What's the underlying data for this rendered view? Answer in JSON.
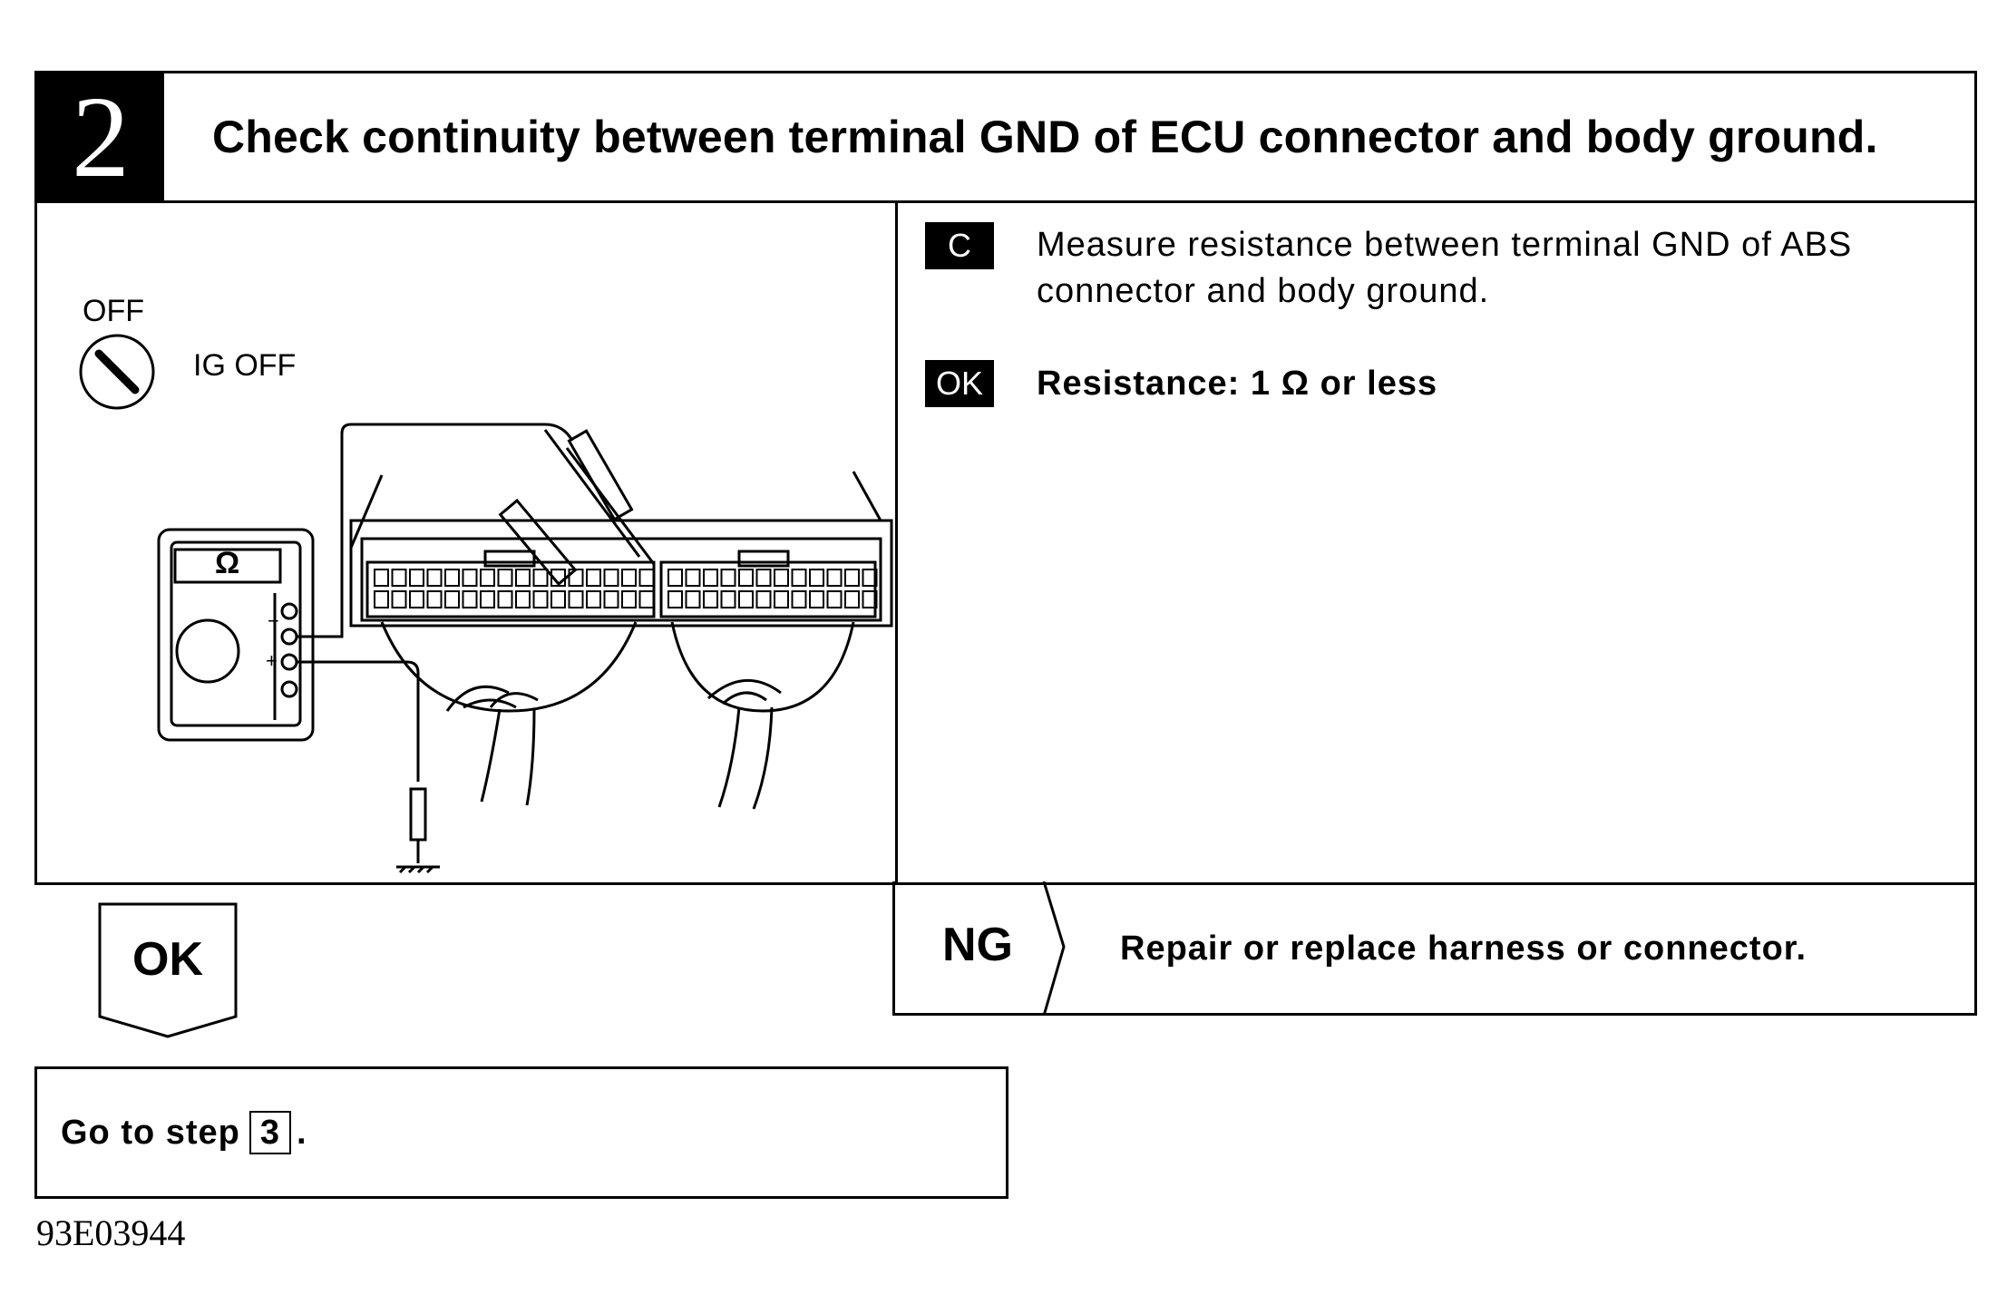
{
  "step": {
    "number": "2",
    "title": "Check continuity between terminal GND of ECU connector and body ground."
  },
  "illustration": {
    "switch_state": "OFF",
    "switch_label": "IG OFF",
    "meter_symbol": "Ω",
    "minus_label": "−",
    "plus_label": "+"
  },
  "instruction": {
    "badge": "C",
    "text": "Measure resistance between terminal GND of ABS connector and body ground."
  },
  "spec": {
    "badge": "OK",
    "text": "Resistance: 1 Ω or less"
  },
  "ok_branch": {
    "label": "OK",
    "action_prefix": "Go to step",
    "action_step": "3",
    "action_suffix": "."
  },
  "ng_branch": {
    "label": "NG",
    "action": "Repair or replace harness or connector."
  },
  "reference_code": "93E03944"
}
